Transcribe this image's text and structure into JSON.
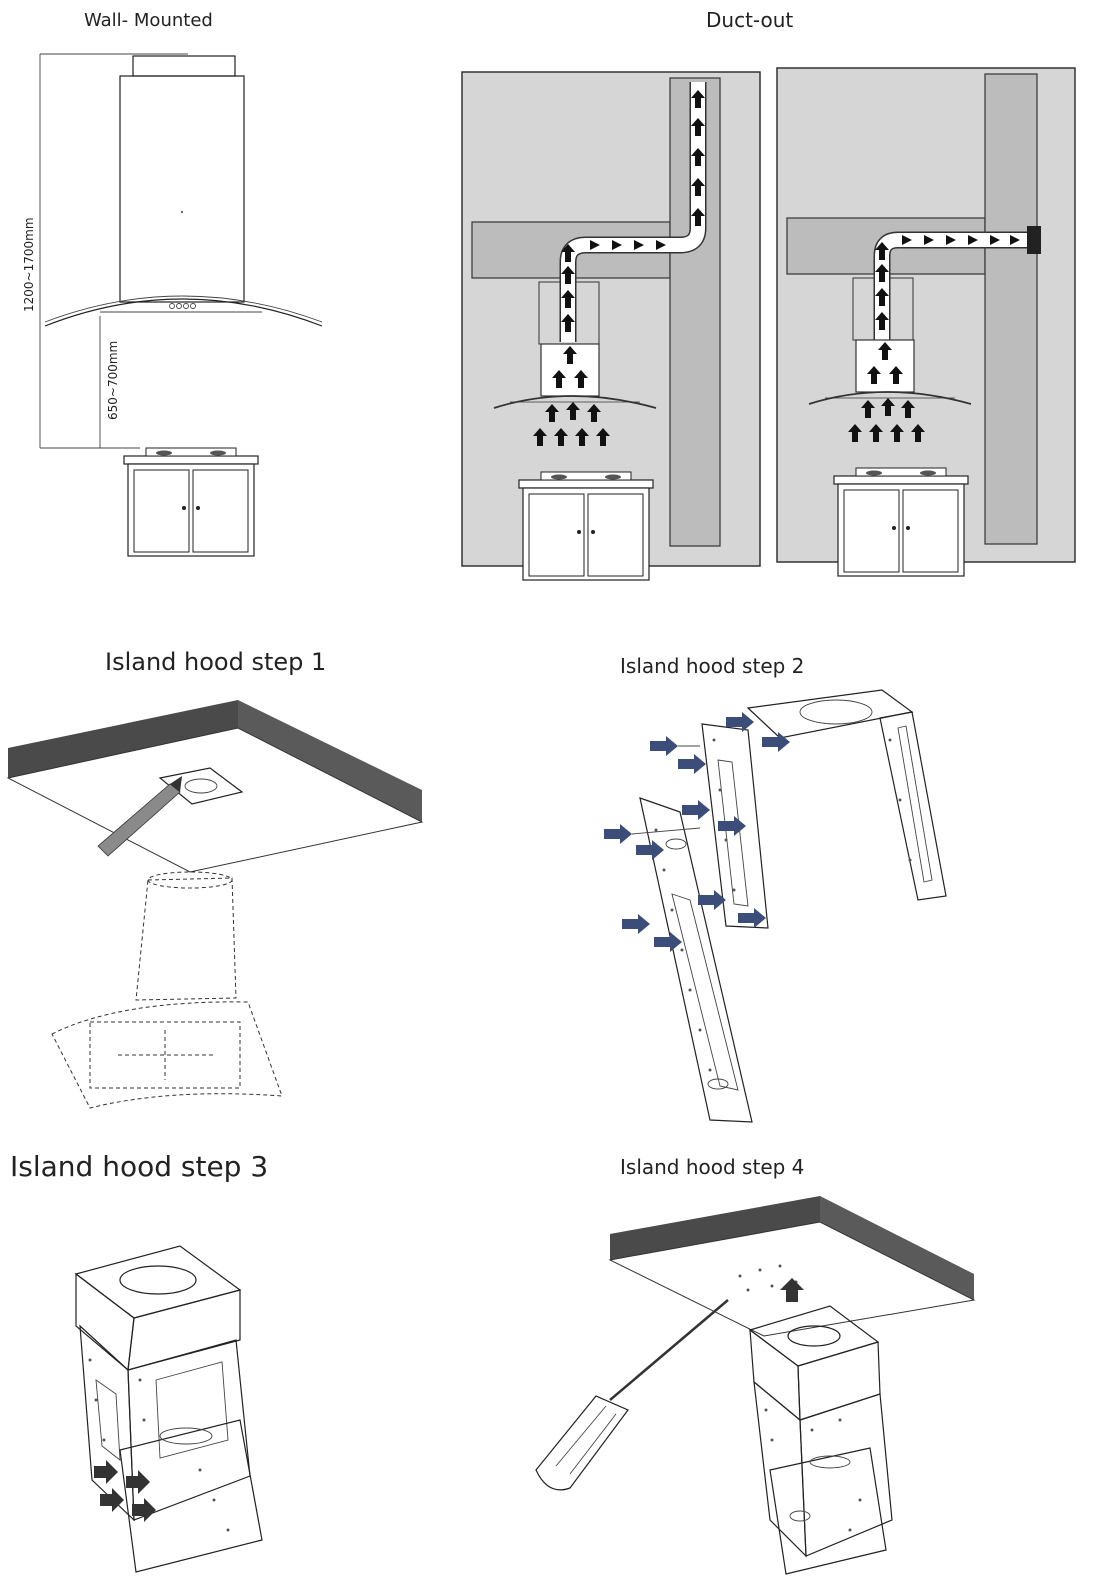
{
  "captions": {
    "wall_mounted": "Wall- Mounted",
    "duct_out": "Duct-out",
    "step1": "Island hood step 1",
    "step2": "Island hood step 2",
    "step3": "Island hood step 3",
    "step4": "Island hood step 4"
  },
  "dimensions": {
    "total_height": "1200~1700mm",
    "clearance": "650~700mm"
  },
  "colors": {
    "panel_bg": "#d6d6d6",
    "wall_gray": "#bcbcbc",
    "ceiling_edge": "#4a4a4a",
    "arrow_blue": "#3c4d7a"
  }
}
